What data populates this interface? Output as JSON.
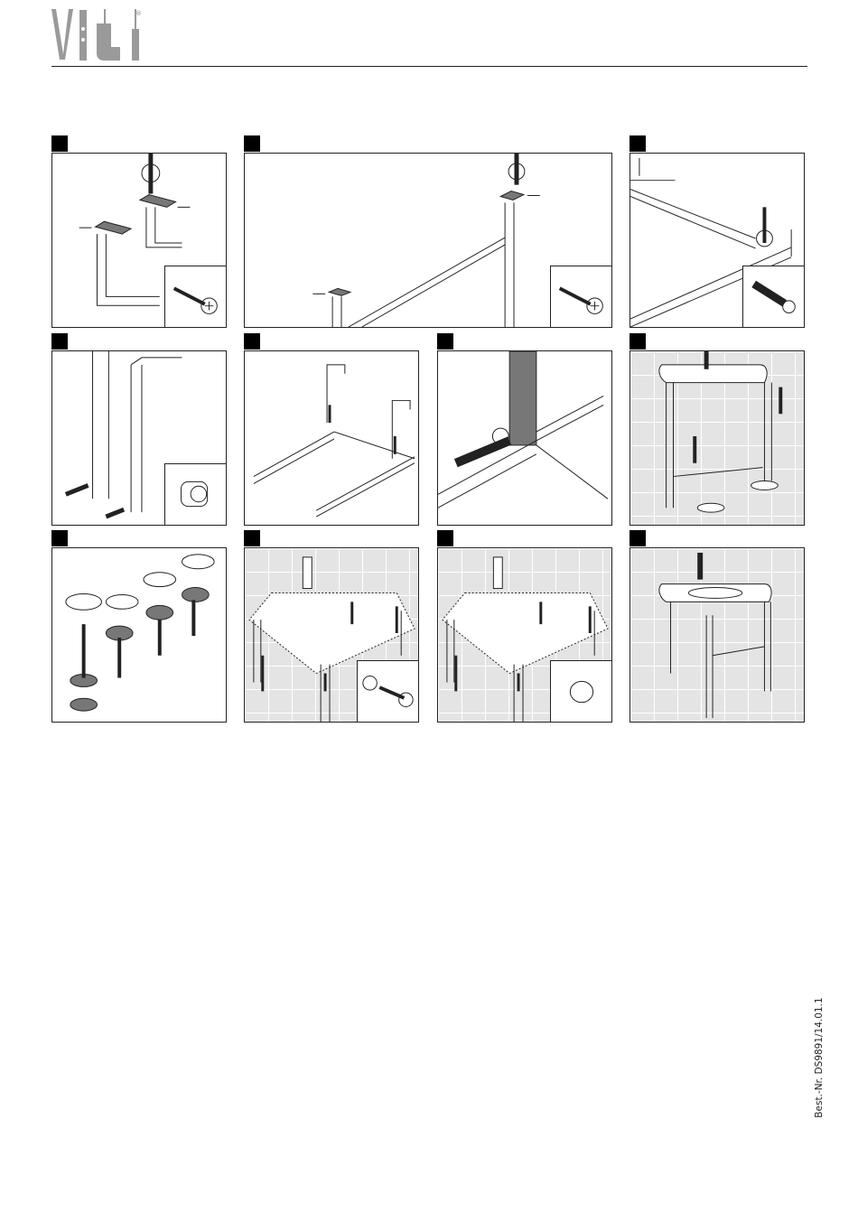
{
  "header": {
    "logo_icons": [
      "folding-ruler-icon",
      "spirit-level-icon",
      "drill-icon",
      "screwdriver-icon"
    ],
    "registered_mark": "®"
  },
  "steps": [
    {
      "icon": "screw-icon",
      "scene": "mounting-plates-frame"
    },
    {
      "icon": "screw-icon",
      "scene": "mounting-plates-long-frame"
    },
    {
      "icon": "dowel-icon",
      "scene": "frame-corner-dowel"
    },
    {
      "icon": "nut-icon",
      "scene": "insert-nuts-legs"
    },
    {
      "icon": "",
      "scene": "insert-brackets"
    },
    {
      "icon": "",
      "scene": "tighten-connector"
    },
    {
      "icon": "",
      "scene": "adjust-feet"
    },
    {
      "icon": "",
      "scene": "screws-washers-caps"
    },
    {
      "icon": "screw-washer-icon",
      "scene": "basin-fix-screws"
    },
    {
      "icon": "cap-icon",
      "scene": "basin-fix-caps"
    },
    {
      "icon": "",
      "scene": "finished-vanity"
    }
  ],
  "footer": {
    "order_number": "Best.-Nr. DS9891/14.01.1"
  },
  "colors": {
    "line": "#222222",
    "tile": "#e4e4e4",
    "part": "#777777"
  }
}
